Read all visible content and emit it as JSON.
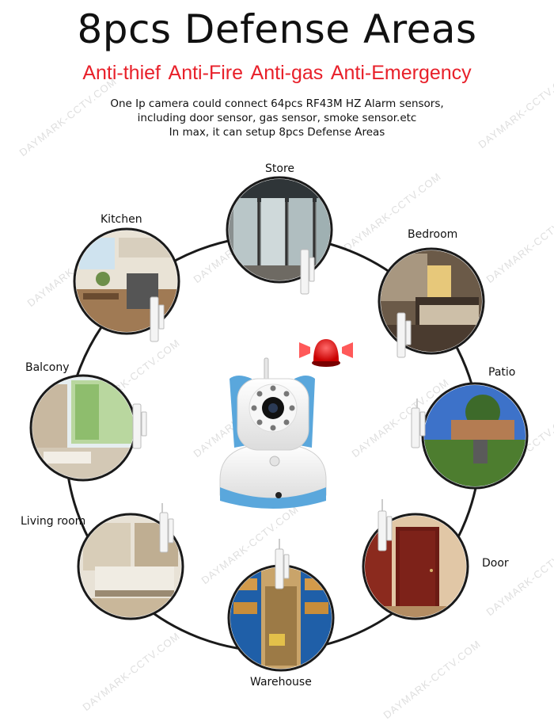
{
  "header": {
    "title": "8pcs Defense Areas",
    "subtitle": "Anti-thief  Anti-Fire  Anti-gas  Anti-Emergency",
    "description_lines": [
      "One Ip camera could connect 64pcs RF43M HZ Alarm sensors,",
      "including door sensor, gas sensor, smoke sensor.etc",
      "In max, it can setup 8pcs Defense Areas"
    ]
  },
  "areas": {
    "store": "Store",
    "kitchen": "Kitchen",
    "bedroom": "Bedroom",
    "balcony": "Balcony",
    "patio": "Patio",
    "living_room": "Living room",
    "door": "Door",
    "warehouse": "Warehouse"
  },
  "watermark": "DAYMARK-CCTV.COM",
  "colors": {
    "accent_red": "#e8202a",
    "camera_blue": "#5aa7dc",
    "ring": "#1a1a1a"
  }
}
